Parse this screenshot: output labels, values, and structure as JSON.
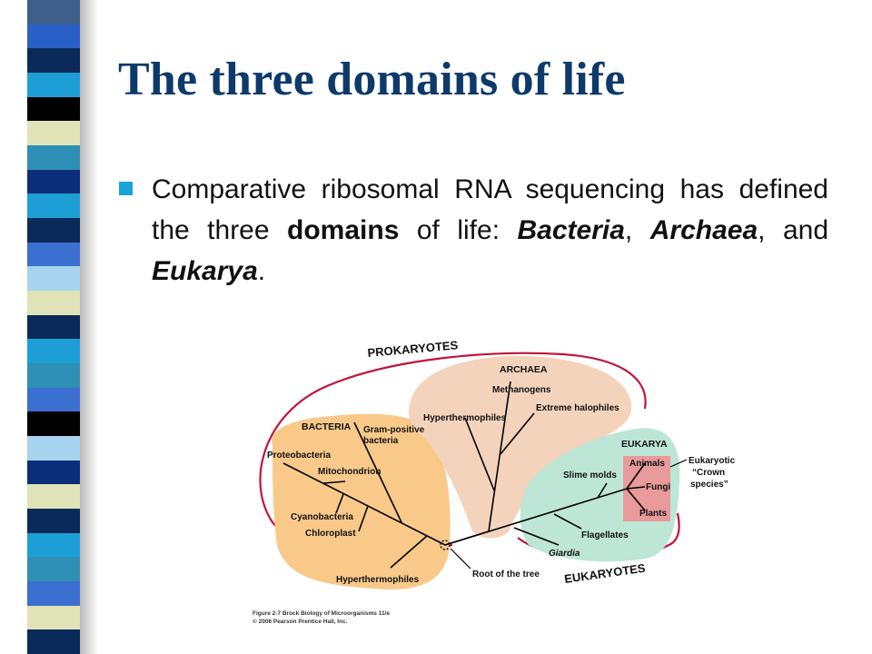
{
  "slide": {
    "title": "The three domains of life",
    "bullet": {
      "t1": "Comparative ribosomal RNA sequencing has defined the three ",
      "t2": "domains",
      "t3": " of life: ",
      "t4": "Bacteria",
      "t5": ", ",
      "t6": "Archaea",
      "t7": ", and ",
      "t8": "Eukarya",
      "t9": "."
    },
    "stripe_colors": [
      "#3e5f8a",
      "#2a5fc8",
      "#0a2a5a",
      "#1d9fd6",
      "#000000",
      "#e0e2b8",
      "#2f8fb4",
      "#0b2d7a",
      "#1d9fd6",
      "#0a2a5a",
      "#3b6fd0",
      "#a8d4ef",
      "#e0e2b8",
      "#0a2a5a",
      "#1d9fd6",
      "#2f8fb4",
      "#3b6fd0",
      "#000000",
      "#a8d4ef",
      "#0b2d7a",
      "#e0e2b8",
      "#0a2a5a",
      "#1d9fd6",
      "#2f8fb4",
      "#3b6fd0",
      "#e0e2b8",
      "#0a2a5a"
    ]
  },
  "figure": {
    "group_labels": {
      "prokaryotes": "PROKARYOTES",
      "eukaryotes": "EUKARYOTES",
      "crown": "Eukaryotic “Crown species”",
      "crown_line1": "Eukaryotic",
      "crown_line2": "“Crown",
      "crown_line3": "species”"
    },
    "domains": {
      "bacteria": "BACTERIA",
      "archaea": "ARCHAEA",
      "eukarya": "EUKARYA"
    },
    "bacteria_taxa": {
      "gram_positive_1": "Gram-positive",
      "gram_positive_2": "bacteria",
      "proteobacteria": "Proteobacteria",
      "mitochondrion": "Mitochondrion",
      "cyanobacteria": "Cyanobacteria",
      "chloroplast": "Chloroplast",
      "hyperthermophiles": "Hyperthermophiles"
    },
    "archaea_taxa": {
      "methanogens": "Methanogens",
      "extreme_halophiles": "Extreme halophiles",
      "hyperthermophiles": "Hyperthermophiles"
    },
    "eukarya_taxa": {
      "animals": "Animals",
      "fungi": "Fungi",
      "plants": "Plants",
      "slime_molds": "Slime molds",
      "flagellates": "Flagellates",
      "giardia": "Giardia"
    },
    "root_label": "Root of the tree",
    "caption_line1": "Figure 2-7  Brock Biology of Microorganisms 11/e",
    "caption_line2": "© 2006 Pearson Prentice Hall, Inc.",
    "colors": {
      "bacteria_fill": "#f9c98a",
      "archaea_fill": "#f3d3bb",
      "eukarya_fill": "#bde6d6",
      "crown_fill": "#e99a9a",
      "outline_red": "#c2133a"
    }
  }
}
